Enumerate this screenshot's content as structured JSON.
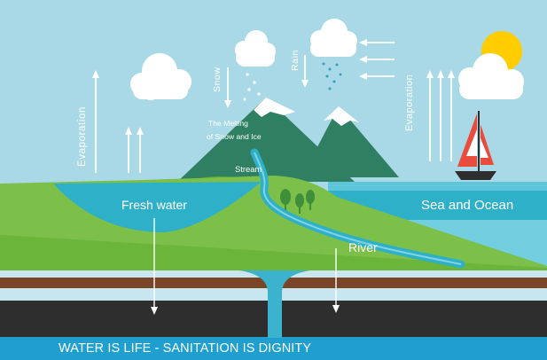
{
  "labels": {
    "evaporation_left": "Evaporation",
    "evaporation_right": "Evaporation",
    "snow": "Snow",
    "rain": "Rain",
    "melting_line1": "The Melting",
    "melting_line2": "of Snow and Ice",
    "stream": "Stream",
    "fresh_water": "Fresh water",
    "sea_and_ocean": "Sea and Ocean",
    "river": "River"
  },
  "footer": "WATER IS LIFE - SANITATION IS DIGNITY",
  "colors": {
    "sky": "#a9d9e6",
    "land": "#7cc04a",
    "mountain": "#2f7f63",
    "water": "#2fb0c9",
    "soil_brown": "#7a4526",
    "bedrock": "#2e2e2e",
    "footer_bar": "#1f9fcf",
    "sun": "#ffcd00"
  },
  "icons": [
    "cloud-icon",
    "sun-icon",
    "sailboat-icon",
    "tree-icon",
    "raindrop-icon",
    "snowflake-icon",
    "arrow-icon"
  ]
}
